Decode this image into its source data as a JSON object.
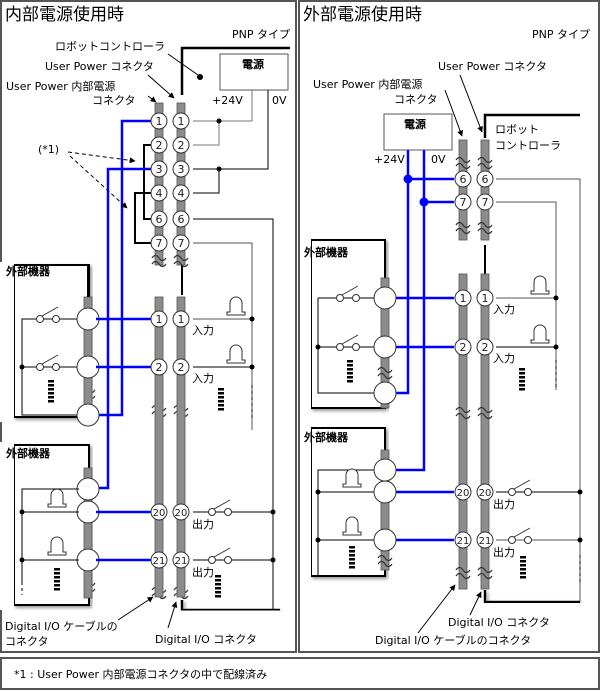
{
  "left_panel": {
    "title": "内部電源使用時",
    "type_label": "PNP タイプ",
    "robot_controller": "ロボットコントローラ",
    "user_power_connector": "User Power コネクタ",
    "internal_connector_line1": "User Power 内部電源",
    "internal_connector_line2": "コネクタ",
    "power_supply": "電源",
    "plus24v": "+24V",
    "zero_v": "0V",
    "note_ref": "(*1)",
    "upper_pins": [
      "1",
      "2",
      "3",
      "4",
      "6",
      "7"
    ],
    "external_device_1": "外部機器",
    "external_device_2": "外部機器",
    "input_pins": [
      "1",
      "2"
    ],
    "input_label": "入力",
    "output_pins": [
      "20",
      "21"
    ],
    "output_label": "出力",
    "cable_connector_line1": "Digital I/O ケーブルの",
    "cable_connector_line2": "コネクタ",
    "dio_connector": "Digital I/O コネクタ"
  },
  "right_panel": {
    "title": "外部電源使用時",
    "type_label": "PNP タイプ",
    "user_power_connector": "User Power コネクタ",
    "internal_connector_line1": "User Power 内部電源",
    "internal_connector_line2": "コネクタ",
    "power_supply": "電源",
    "plus24v": "+24V",
    "zero_v": "0V",
    "robot_controller_line1": "ロボット",
    "robot_controller_line2": "コントローラ",
    "upper_pins": [
      "6",
      "7"
    ],
    "external_device_1": "外部機器",
    "external_device_2": "外部機器",
    "input_pins": [
      "1",
      "2"
    ],
    "input_label": "入力",
    "output_pins": [
      "20",
      "21"
    ],
    "output_label": "出力",
    "dio_connector": "Digital I/O コネクタ",
    "cable_connector": "Digital I/O ケーブルのコネクタ"
  },
  "footnote": "*1 : User Power 内部電源コネクタの中で配線済み",
  "colors": {
    "wire_blue": "#0000ff",
    "connector_gray": "#8c8c8c",
    "frame": "#000000"
  }
}
